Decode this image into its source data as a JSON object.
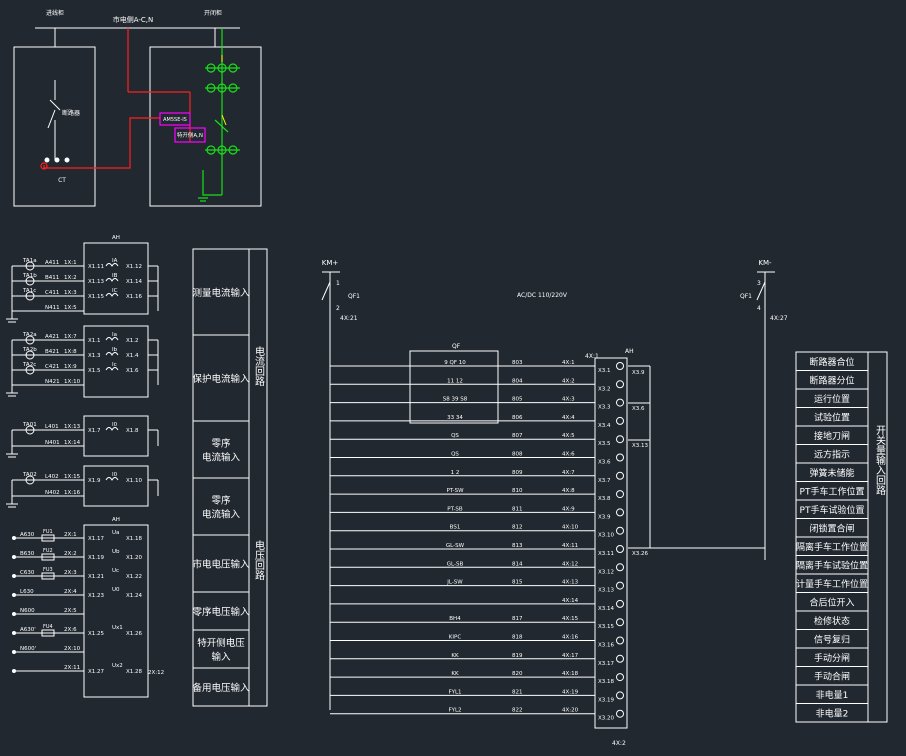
{
  "colors": {
    "background": "#212830",
    "line": "#ffffff",
    "red": "#ff2020",
    "green": "#18e018",
    "magenta": "#ff00ff",
    "yellow": "#ffff00"
  },
  "top": {
    "bus_label": "市电侧A-C,N",
    "left_cabinet_title": "进线柜",
    "right_cabinet_title": "开闭柜",
    "breaker_label": "断路器",
    "ct_label": "CT",
    "device_label": "AM5SE-IS",
    "pt_label": "特开侧A,N"
  },
  "current_circuits": {
    "ia_group": [
      {
        "tag": "TA1a",
        "wire": "A411",
        "term": "1X:1",
        "dev_term_a": "X1.11",
        "sym": "IA",
        "dev_term_b": "X1.12"
      },
      {
        "tag": "TA1b",
        "wire": "B411",
        "term": "1X:2",
        "dev_term_a": "X1.13",
        "sym": "IB",
        "dev_term_b": "X1.14"
      },
      {
        "tag": "TA1c",
        "wire": "C411",
        "term": "1X:3",
        "dev_term_a": "X1.15",
        "sym": "IC",
        "dev_term_b": "X1.16"
      },
      {
        "tag": "",
        "wire": "N411",
        "term": "1X:5",
        "dev_term_a": "",
        "sym": "",
        "dev_term_b": ""
      }
    ],
    "ip_group": [
      {
        "tag": "TA2a",
        "wire": "A421",
        "term": "1X:7",
        "dev_term_a": "X1.1",
        "sym": "Ia",
        "dev_term_b": "X1.2"
      },
      {
        "tag": "TA2b",
        "wire": "B421",
        "term": "1X:8",
        "dev_term_a": "X1.3",
        "sym": "Ib",
        "dev_term_b": "X1.4"
      },
      {
        "tag": "TA2c",
        "wire": "C421",
        "term": "1X:9",
        "dev_term_a": "X1.5",
        "sym": "Ic",
        "dev_term_b": "X1.6"
      },
      {
        "tag": "",
        "wire": "N421",
        "term": "1X:10",
        "dev_term_a": "",
        "sym": "",
        "dev_term_b": ""
      }
    ],
    "i0_group": [
      {
        "tag": "TA01",
        "wire": "L401",
        "term": "1X:13",
        "dev_term_a": "X1.7",
        "sym": "I0",
        "dev_term_b": "X1.8"
      },
      {
        "tag": "",
        "wire": "N401",
        "term": "1X:14",
        "dev_term_a": "",
        "sym": "",
        "dev_term_b": ""
      }
    ],
    "i02_group": [
      {
        "tag": "TA02",
        "wire": "L402",
        "term": "1X:15",
        "dev_term_a": "X1.9",
        "sym": "I0",
        "dev_term_b": "X1.10"
      },
      {
        "tag": "",
        "wire": "N402",
        "term": "1X:16",
        "dev_term_a": "",
        "sym": "",
        "dev_term_b": ""
      }
    ],
    "device_top": "AH",
    "device_sym_top": "IA"
  },
  "voltage_circuits": {
    "device_top": "AH",
    "rows": [
      {
        "src": "A630",
        "fuse": "FU1",
        "term": "2X:1",
        "dev_term_a": "X1.17",
        "sym": "Ua",
        "dev_term_b": "X1.18"
      },
      {
        "src": "B630",
        "fuse": "FU2",
        "term": "2X:2",
        "dev_term_a": "X1.19",
        "sym": "Ub",
        "dev_term_b": "X1.20"
      },
      {
        "src": "C630",
        "fuse": "FU3",
        "term": "2X:3",
        "dev_term_a": "X1.21",
        "sym": "Uc",
        "dev_term_b": "X1.22"
      },
      {
        "src": "L630",
        "fuse": "",
        "term": "2X:4",
        "dev_term_a": "X1.23",
        "sym": "U0",
        "dev_term_b": "X1.24"
      },
      {
        "src": "N600",
        "fuse": "",
        "term": "2X:5",
        "dev_term_a": "",
        "sym": "",
        "dev_term_b": ""
      },
      {
        "src": "A630'",
        "fuse": "FU4",
        "term": "2X:6",
        "dev_term_a": "X1.25",
        "sym": "Ux1",
        "dev_term_b": "X1.26"
      },
      {
        "src": "N600'",
        "fuse": "",
        "term": "2X:10",
        "dev_term_a": "",
        "sym": "",
        "dev_term_b": ""
      },
      {
        "src": "",
        "fuse": "",
        "term": "2X:11",
        "dev_term_a": "X1.27",
        "sym": "Ux2",
        "dev_term_b": "X1.28"
      }
    ],
    "extra_term": "2X:12"
  },
  "function_box": {
    "cells": [
      "测量电流输入",
      "保护电流输入",
      "零序\n电流输入",
      "零序\n电流输入",
      "市电电压输入",
      "零序电压输入",
      "特开侧电压\n输入",
      "备用电压输入"
    ],
    "group_current": "电流回路",
    "group_voltage": "电压回路"
  },
  "control": {
    "left_bus": "KM+",
    "right_bus": "KM-",
    "left_breaker": "QF1",
    "right_breaker": "QF1",
    "left_num_top": "1",
    "left_num_bot": "2",
    "right_num_top": "3",
    "right_num_bot": "4",
    "left_term": "4X:21",
    "right_term": "4X:27",
    "supply_label": "AC/DC 110/220V",
    "device_label": "AH",
    "terminal_top_label": "4X:1",
    "terminal_bottom_label": "4X:2",
    "qf_label": "QF",
    "rows": [
      {
        "wire": "803",
        "term": "4X:1",
        "dev": "X3.1",
        "contact": "9   QF  10"
      },
      {
        "wire": "804",
        "term": "4X:2",
        "dev": "X3.2",
        "contact": "11       12"
      },
      {
        "wire": "805",
        "term": "4X:3",
        "dev": "X3.3",
        "contact": "S8  39  S8"
      },
      {
        "wire": "806",
        "term": "4X:4",
        "dev": "X3.4",
        "contact": "33  34"
      },
      {
        "wire": "807",
        "term": "4X:5",
        "dev": "X3.5",
        "contact": "QS"
      },
      {
        "wire": "808",
        "term": "4X:6",
        "dev": "X3.6",
        "contact": "QS"
      },
      {
        "wire": "809",
        "term": "4X:7",
        "dev": "X3.7",
        "contact": "1   2"
      },
      {
        "wire": "810",
        "term": "4X:8",
        "dev": "X3.8",
        "contact": "PT-SW"
      },
      {
        "wire": "811",
        "term": "4X:9",
        "dev": "X3.9",
        "contact": "PT-SB"
      },
      {
        "wire": "812",
        "term": "4X:10",
        "dev": "X3.10",
        "contact": "BS1"
      },
      {
        "wire": "813",
        "term": "4X:11",
        "dev": "X3.11",
        "contact": "GL-SW"
      },
      {
        "wire": "814",
        "term": "4X:12",
        "dev": "X3.12",
        "contact": "GL-SB"
      },
      {
        "wire": "815",
        "term": "4X:13",
        "dev": "X3.13",
        "contact": "JL-SW"
      },
      {
        "wire": "",
        "term": "4X:14",
        "dev": "X3.14",
        "contact": ""
      },
      {
        "wire": "817",
        "term": "4X:15",
        "dev": "X3.15",
        "contact": "BH4"
      },
      {
        "wire": "818",
        "term": "4X:16",
        "dev": "X3.16",
        "contact": "KIPC"
      },
      {
        "wire": "819",
        "term": "4X:17",
        "dev": "X3.17",
        "contact": "KK"
      },
      {
        "wire": "820",
        "term": "4X:18",
        "dev": "X3.18",
        "contact": "KK"
      },
      {
        "wire": "821",
        "term": "4X:19",
        "dev": "X3.19",
        "contact": "FYL1"
      },
      {
        "wire": "822",
        "term": "4X:20",
        "dev": "X3.20",
        "contact": "FYL2"
      }
    ],
    "common_labels": [
      "X3.9",
      "X3.6",
      "X3.13",
      "X3.26"
    ]
  },
  "signals": {
    "items": [
      "断路器合位",
      "断路器分位",
      "运行位置",
      "试验位置",
      "接地刀闸",
      "远方指示",
      "弹簧未储能",
      "PT手车工作位置",
      "PT手车试验位置",
      "闭锁置合闸",
      "隔离手车工作位置",
      "隔离手车试验位置",
      "计量手车工作位置",
      "合后位开入",
      "检修状态",
      "信号复归",
      "手动分闸",
      "手动合闸",
      "非电量1",
      "非电量2"
    ],
    "group_label": "开关量输入回路"
  }
}
